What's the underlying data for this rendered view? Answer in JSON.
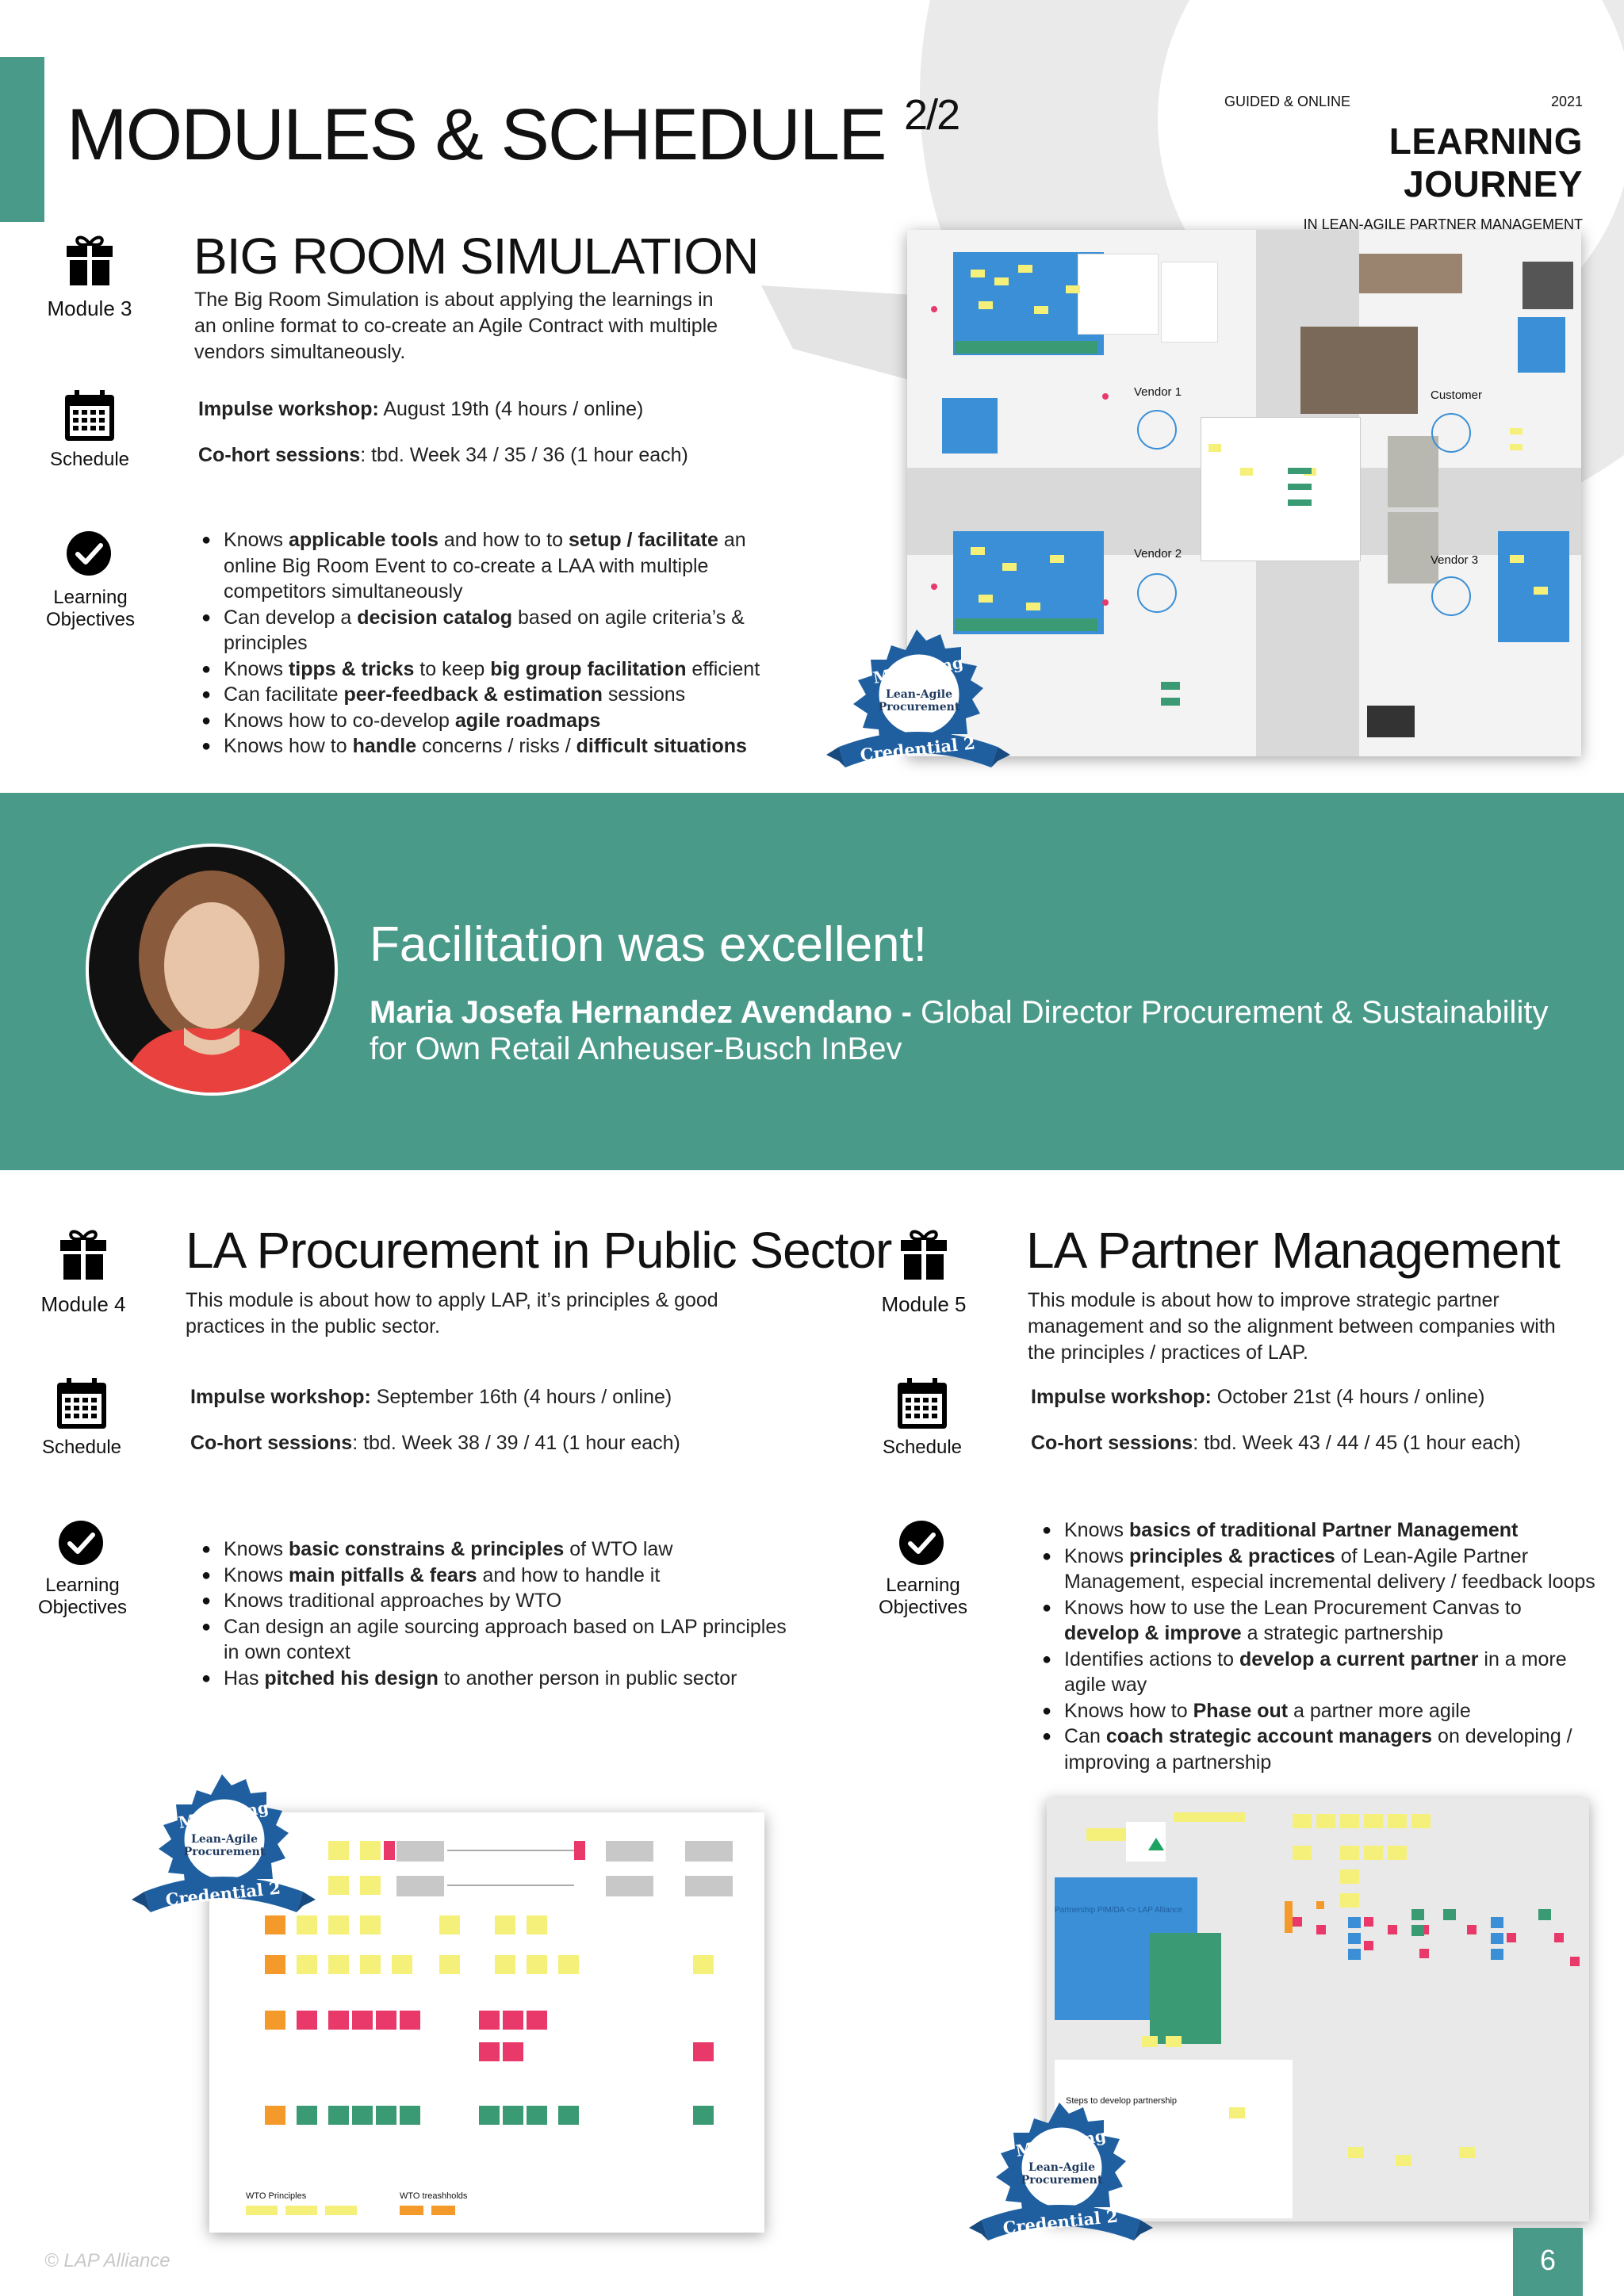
{
  "header": {
    "title": "MODULES & SCHEDULE",
    "title_suffix": "2/2",
    "brand_top_left": "GUIDED & ONLINE",
    "brand_year": "2021",
    "brand_title": "LEARNING JOURNEY",
    "brand_subtitle": "IN LEAN-AGILE PARTNER MANAGEMENT"
  },
  "labels": {
    "schedule": "Schedule",
    "learning_objectives": "Learning Objectives"
  },
  "module3": {
    "module_label": "Module 3",
    "title": "BIG ROOM SIMULATION",
    "description": "The Big Room Simulation is about applying the learnings in an online format to co-create an Agile Contract with multiple vendors simultaneously.",
    "impulse_label": "Impulse workshop:",
    "impulse_value": " August 19th (4 hours / online)",
    "cohort_label": "Co-hort sessions",
    "cohort_value": ": tbd. Week  34 / 35 / 36  (1 hour each)",
    "objectives": [
      [
        {
          "t": "Knows "
        },
        {
          "t": "applicable tools",
          "b": true
        },
        {
          "t": " and how to to "
        },
        {
          "t": "setup / facilitate",
          "b": true
        },
        {
          "t": " an online Big Room Event to co-create a LAA with multiple competitors simultaneously"
        }
      ],
      [
        {
          "t": "Can develop a "
        },
        {
          "t": "decision catalog",
          "b": true
        },
        {
          "t": " based on agile criteria’s & principles"
        }
      ],
      [
        {
          "t": "Knows "
        },
        {
          "t": "tipps & tricks",
          "b": true
        },
        {
          "t": " to keep "
        },
        {
          "t": "big group facilitation",
          "b": true
        },
        {
          "t": " efficient"
        }
      ],
      [
        {
          "t": "Can facilitate "
        },
        {
          "t": "peer-feedback & estimation",
          "b": true
        },
        {
          "t": " sessions"
        }
      ],
      [
        {
          "t": "Knows how to co-develop "
        },
        {
          "t": "agile roadmaps",
          "b": true
        }
      ],
      [
        {
          "t": "Knows how to "
        },
        {
          "t": "handle",
          "b": true
        },
        {
          "t": " concerns / risks / "
        },
        {
          "t": "difficult situations",
          "b": true
        }
      ]
    ],
    "board_labels": {
      "vendor1": "Vendor 1",
      "vendor2": "Vendor 2",
      "vendor3": "Vendor 3",
      "customer": "Customer"
    }
  },
  "badge": {
    "top": "Mastering",
    "middle_line1": "Lean-Agile",
    "middle_line2": "Procurement",
    "bottom": "Credential 2"
  },
  "testimonial": {
    "quote": "Facilitation was excellent!",
    "name": "Maria Josefa Hernandez Avendano - ",
    "role": "Global Director Procurement & Sustainability for Own Retail Anheuser-Busch InBev"
  },
  "module4": {
    "module_label": "Module 4",
    "title": "LA Procurement in Public Sector",
    "description": "This module is about how to apply LAP, it’s principles & good practices in the public sector.",
    "impulse_label": "Impulse workshop:",
    "impulse_value": " September 16th (4 hours / online)",
    "cohort_label": "Co-hort sessions",
    "cohort_value": ": tbd. Week  38 / 39 / 41  (1 hour each)",
    "objectives": [
      [
        {
          "t": "Knows "
        },
        {
          "t": "basic constrains & principles",
          "b": true
        },
        {
          "t": " of WTO law"
        }
      ],
      [
        {
          "t": "Knows "
        },
        {
          "t": "main pitfalls & fears",
          "b": true
        },
        {
          "t": " and how to handle it"
        }
      ],
      [
        {
          "t": "Knows traditional approaches by WTO"
        }
      ],
      [
        {
          "t": "Can design an agile sourcing approach based on LAP principles in own context"
        }
      ],
      [
        {
          "t": "Has "
        },
        {
          "t": "pitched his design",
          "b": true
        },
        {
          "t": " to another person in public sector"
        }
      ]
    ],
    "board_labels": {
      "a": "WTO Principles",
      "b": "WTO treashholds"
    }
  },
  "module5": {
    "module_label": "Module 5",
    "title": "LA Partner Management",
    "description": "This module is about how to improve strategic partner management and so the alignment between companies with the principles / practices of LAP.",
    "impulse_label": "Impulse workshop:",
    "impulse_value": " October 21st (4 hours / online)",
    "cohort_label": "Co-hort sessions",
    "cohort_value": ": tbd. Week  43 / 44 / 45  (1 hour each)",
    "objectives": [
      [
        {
          "t": "Knows "
        },
        {
          "t": "basics of traditional Partner Management",
          "b": true
        }
      ],
      [
        {
          "t": "Knows "
        },
        {
          "t": "principles & practices",
          "b": true
        },
        {
          "t": " of Lean-Agile Partner Management, especial incremental delivery / feedback loops"
        }
      ],
      [
        {
          "t": "Knows how to use the Lean Procurement Canvas to "
        },
        {
          "t": "develop & improve",
          "b": true
        },
        {
          "t": " a strategic partnership"
        }
      ],
      [
        {
          "t": "Identifies actions to "
        },
        {
          "t": "develop a current partner",
          "b": true
        },
        {
          "t": " in a more agile way"
        }
      ],
      [
        {
          "t": "Knows how to "
        },
        {
          "t": "Phase out",
          "b": true
        },
        {
          "t": " a partner more agile"
        }
      ],
      [
        {
          "t": "Can "
        },
        {
          "t": "coach strategic account managers",
          "b": true
        },
        {
          "t": " on developing / improving a partnership"
        }
      ]
    ],
    "board_labels": {
      "a": "Partnership PIM/DA <> LAP Alliance",
      "b": "Steps to develop partnership"
    }
  },
  "footer": {
    "copyright": "© LAP Alliance",
    "page_number": "6"
  },
  "colors": {
    "teal": "#4a9a8a",
    "badge_blue": "#1f5fa0",
    "sticky_yellow": "#f5f07a",
    "sticky_pink": "#e8396a",
    "sticky_green": "#3a9a74",
    "sticky_blue": "#3a8fd6"
  },
  "icons": [
    "gift-icon",
    "calendar-icon",
    "checkmark-icon",
    "person-photo"
  ]
}
